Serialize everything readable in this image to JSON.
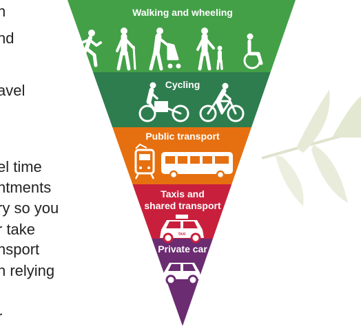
{
  "background_text_lines": [
    "n",
    "nd",
    "",
    "avel",
    "",
    "",
    "el time",
    "ntments",
    "ry so you",
    "r take",
    "nsport",
    "n relying",
    "r"
  ],
  "hierarchy": {
    "tiers": [
      {
        "title_lines": [
          "Walking and wheeling"
        ],
        "color": "#43a047",
        "icons": [
          "running-person-icon",
          "person-with-cane-icon",
          "person-with-pushchair-icon",
          "adult-with-child-icon",
          "wheelchair-user-icon"
        ]
      },
      {
        "title_lines": [
          "Cycling"
        ],
        "color": "#2e7d4f",
        "icons": [
          "cargo-bike-icon",
          "bicycle-icon"
        ]
      },
      {
        "title_lines": [
          "Public transport"
        ],
        "color": "#e6700f",
        "icons": [
          "tram-icon",
          "bus-icon"
        ]
      },
      {
        "title_lines": [
          "Taxis and",
          "shared transport"
        ],
        "color": "#c8203c",
        "icons": [
          "taxi-icon"
        ],
        "taxi_sign": "TAXI"
      },
      {
        "title_lines": [
          "Private car"
        ],
        "color": "#6b2c72",
        "icons": [
          "car-icon"
        ]
      }
    ]
  }
}
